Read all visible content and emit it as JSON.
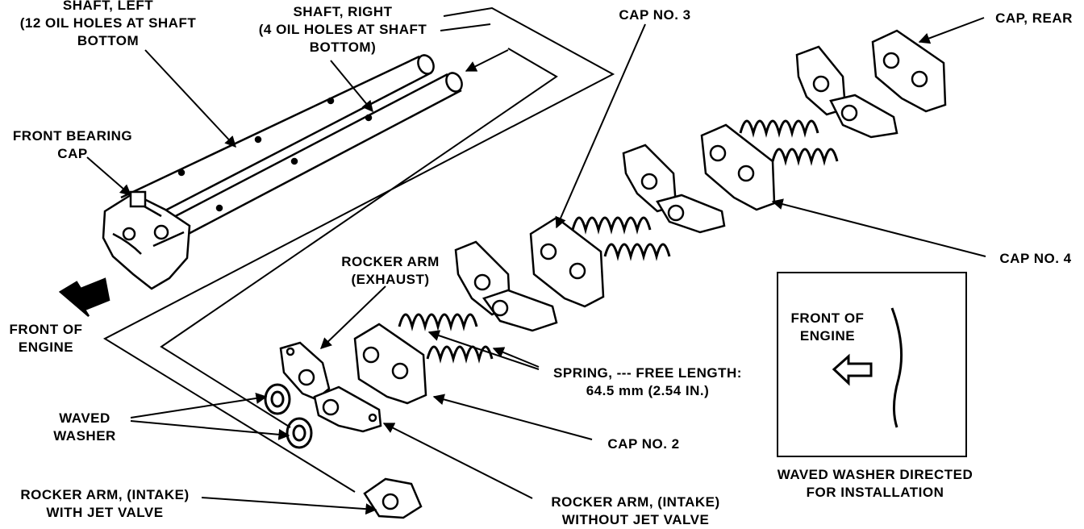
{
  "labels": {
    "shaft_left": [
      "SHAFT, LEFT",
      "(12 OIL HOLES AT SHAFT",
      "BOTTOM"
    ],
    "shaft_right": [
      "SHAFT, RIGHT",
      "(4 OIL HOLES AT SHAFT",
      "BOTTOM)"
    ],
    "cap_no_3": "CAP NO. 3",
    "cap_rear": "CAP, REAR",
    "front_bearing_cap": [
      "FRONT BEARING",
      "CAP"
    ],
    "rocker_arm_exhaust": [
      "ROCKER ARM",
      "(EXHAUST)"
    ],
    "cap_no_4": "CAP NO. 4",
    "front_of_engine": [
      "FRONT OF",
      "ENGINE"
    ],
    "spring": [
      "SPRING, --- FREE LENGTH:",
      "64.5 mm (2.54 IN.)"
    ],
    "waved_washer": [
      "WAVED",
      "WASHER"
    ],
    "cap_no_2": "CAP NO. 2",
    "rocker_arm_intake_jet": [
      "ROCKER ARM, (INTAKE)",
      "WITH JET VALVE"
    ],
    "rocker_arm_intake_nojet": [
      "ROCKER ARM, (INTAKE)",
      "WITHOUT JET VALVE"
    ]
  },
  "inset": {
    "front_of_engine": [
      "FRONT OF",
      "ENGINE"
    ],
    "caption": [
      "WAVED WASHER DIRECTED",
      "FOR INSTALLATION"
    ]
  }
}
